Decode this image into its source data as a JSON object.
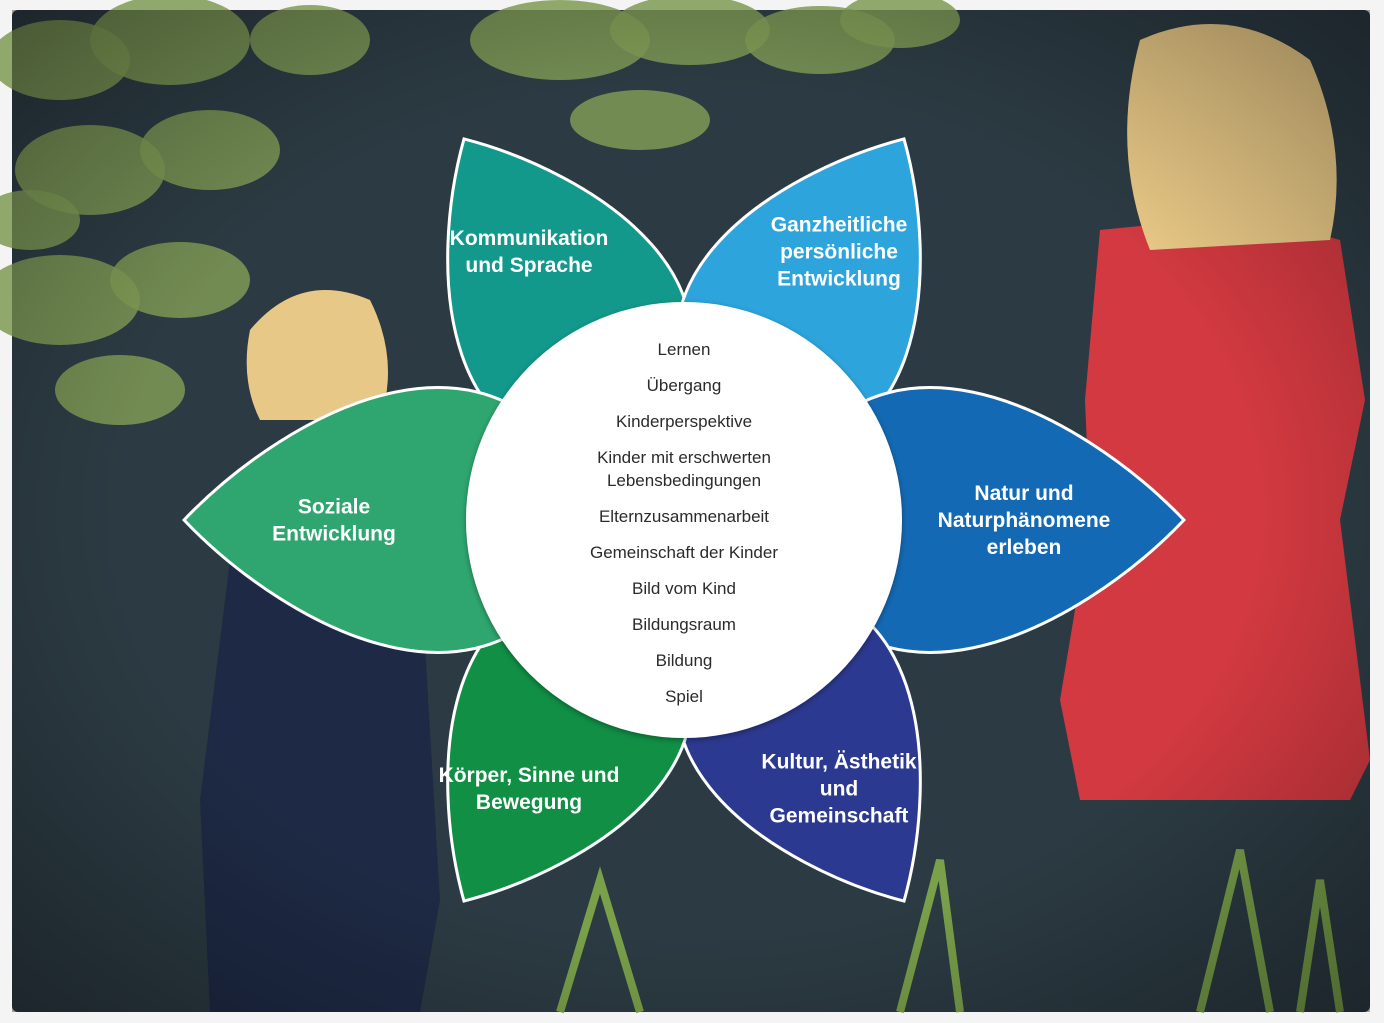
{
  "petals": [
    {
      "id": "kommunikation",
      "lines": [
        "Kommunikation",
        "und Sprache"
      ],
      "color": "#12998c"
    },
    {
      "id": "ganzheitliche",
      "lines": [
        "Ganzheitliche",
        "persönliche",
        "Entwicklung"
      ],
      "color": "#2da4dc"
    },
    {
      "id": "natur",
      "lines": [
        "Natur und",
        "Naturphänomene",
        "erleben"
      ],
      "color": "#1369b3"
    },
    {
      "id": "kultur",
      "lines": [
        "Kultur, Ästhetik",
        "und",
        "Gemeinschaft"
      ],
      "color": "#2c3990"
    },
    {
      "id": "koerper",
      "lines": [
        "Körper, Sinne und",
        "Bewegung"
      ],
      "color": "#108f45"
    },
    {
      "id": "soziale",
      "lines": [
        "Soziale",
        "Entwicklung"
      ],
      "color": "#2fa66f"
    }
  ],
  "center": {
    "items": [
      [
        "Lernen"
      ],
      [
        "Übergang"
      ],
      [
        "Kinderperspektive"
      ],
      [
        "Kinder mit erschwerten",
        "Lebensbedingungen"
      ],
      [
        "Elternzusammenarbeit"
      ],
      [
        "Gemeinschaft der Kinder"
      ],
      [
        "Bild vom Kind"
      ],
      [
        "Bildungsraum"
      ],
      [
        "Bildung"
      ],
      [
        "Spiel"
      ]
    ],
    "fill": "#ffffff"
  },
  "background": {
    "water": "#2c3b43",
    "lily_pads": "#7f9a55",
    "dress_red": "#d23940",
    "hair": "#e8c886",
    "navy_dress": "#1e2a45"
  }
}
